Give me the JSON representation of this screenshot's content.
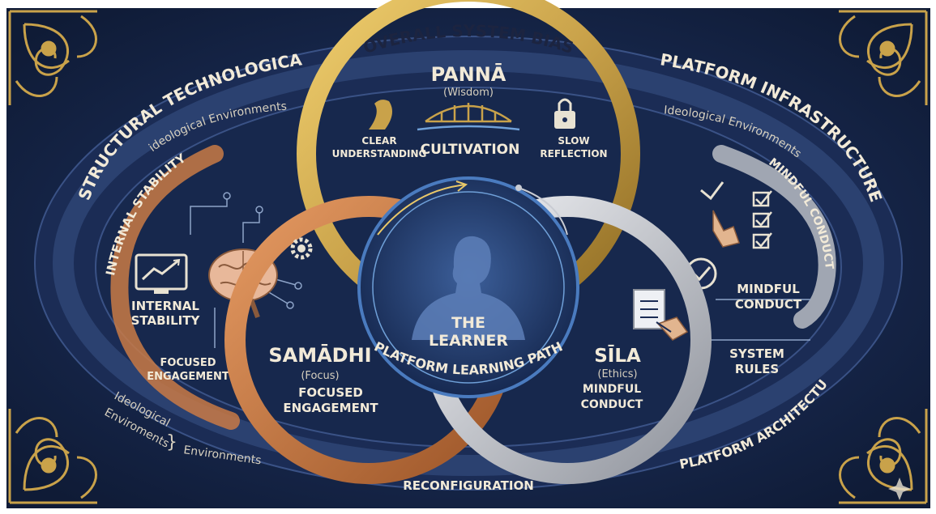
{
  "colors": {
    "background": "#16264a",
    "gold": "#c9a24a",
    "copper": "#c97a45",
    "silver": "#c9ccd3",
    "text": "#f2ead8"
  },
  "outer_labels": {
    "top": "OVERALL SYSTEM BIAS",
    "left_arc": "STRUCTURAL TECHNOLOGICAL BIAS",
    "right_arc": "PLATFORM INFRASTRUCTURES",
    "bottom_right": "PLATFORM ARCHITECTURE",
    "bottom": "RECONFIGURATION"
  },
  "environments": {
    "left_inner": "ideological Environments",
    "right_inner": "Ideological Environments",
    "bottom_left_1": "Ideological",
    "bottom_left_2": "Enviroments",
    "bottom_left_3": "Environments"
  },
  "left_panel": {
    "band": "INTERNAL STABILITY",
    "monitor_label_1": "INTERNAL",
    "monitor_label_2": "STABILITY",
    "focused_1": "FOCUSED",
    "focused_2": "ENGAGEMENT"
  },
  "right_panel": {
    "band": "MINDFUL CONDUCT",
    "mindful_1": "MINDFUL",
    "mindful_2": "CONDUCT",
    "rules_1": "SYSTEM",
    "rules_2": "RULES"
  },
  "panna": {
    "title": "PANNĀ",
    "subtitle": "(Wisdom)",
    "left_1": "CLEAR",
    "left_2": "UNDERSTANDING",
    "center": "CULTIVATION",
    "right_1": "SLOW",
    "right_2": "REFLECTION"
  },
  "samadhi": {
    "title": "SAMĀDHI",
    "subtitle": "(Focus)",
    "line_1": "FOCUSED",
    "line_2": "ENGAGEMENT"
  },
  "sila": {
    "title": "SĪLA",
    "subtitle": "(Ethics)",
    "line_1": "MINDFUL",
    "line_2": "CONDUCT"
  },
  "center": {
    "line_1": "THE",
    "line_2": "LEARNER",
    "path": "PLATFORM LEARNING PATH"
  }
}
